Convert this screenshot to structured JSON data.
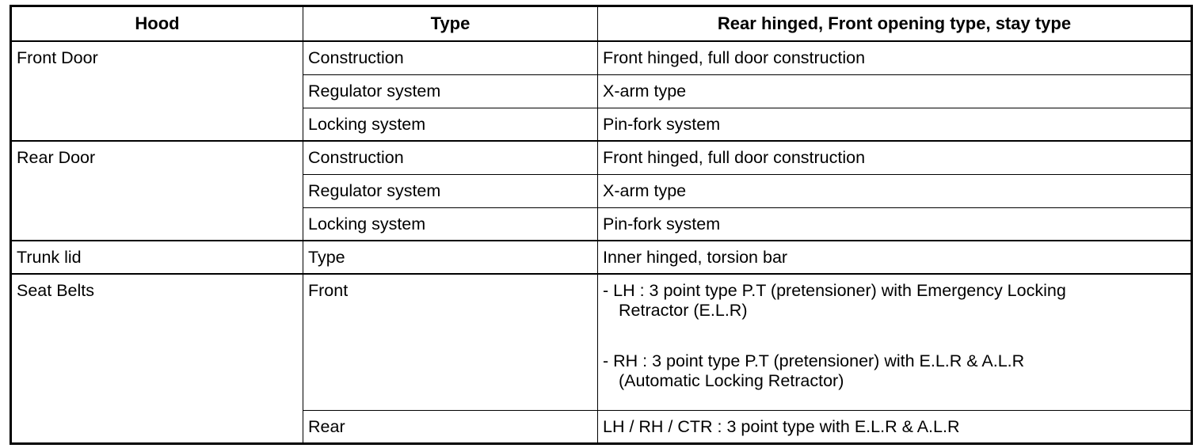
{
  "table": {
    "headers": {
      "col1": "Hood",
      "col2": "Type",
      "col3": "Rear hinged, Front opening type, stay type"
    },
    "groups": [
      {
        "name": "Front Door",
        "rows": [
          {
            "type": "Construction",
            "spec": "Front hinged, full door construction"
          },
          {
            "type": "Regulator system",
            "spec": "X-arm type"
          },
          {
            "type": "Locking system",
            "spec": "Pin-fork system"
          }
        ]
      },
      {
        "name": "Rear Door",
        "rows": [
          {
            "type": "Construction",
            "spec": "Front hinged, full door construction"
          },
          {
            "type": "Regulator system",
            "spec": "X-arm type"
          },
          {
            "type": "Locking system",
            "spec": "Pin-fork system"
          }
        ]
      },
      {
        "name": "Trunk lid",
        "rows": [
          {
            "type": "Type",
            "spec": "Inner hinged, torsion bar"
          }
        ]
      },
      {
        "name": "Seat Belts",
        "rows": [
          {
            "type": "Front",
            "spec_lines": {
              "lh_line1": "- LH : 3 point type P.T (pretensioner) with Emergency Locking",
              "lh_line2": "Retractor (E.L.R)",
              "rh_line1": "- RH : 3 point type P.T (pretensioner) with E.L.R & A.L.R",
              "rh_line2": "(Automatic Locking Retractor)"
            }
          },
          {
            "type": "Rear",
            "spec": "LH / RH / CTR : 3 point type with E.L.R & A.L.R"
          }
        ]
      }
    ]
  },
  "style": {
    "border_color": "#000000",
    "background": "#ffffff",
    "text_color": "#000000"
  }
}
